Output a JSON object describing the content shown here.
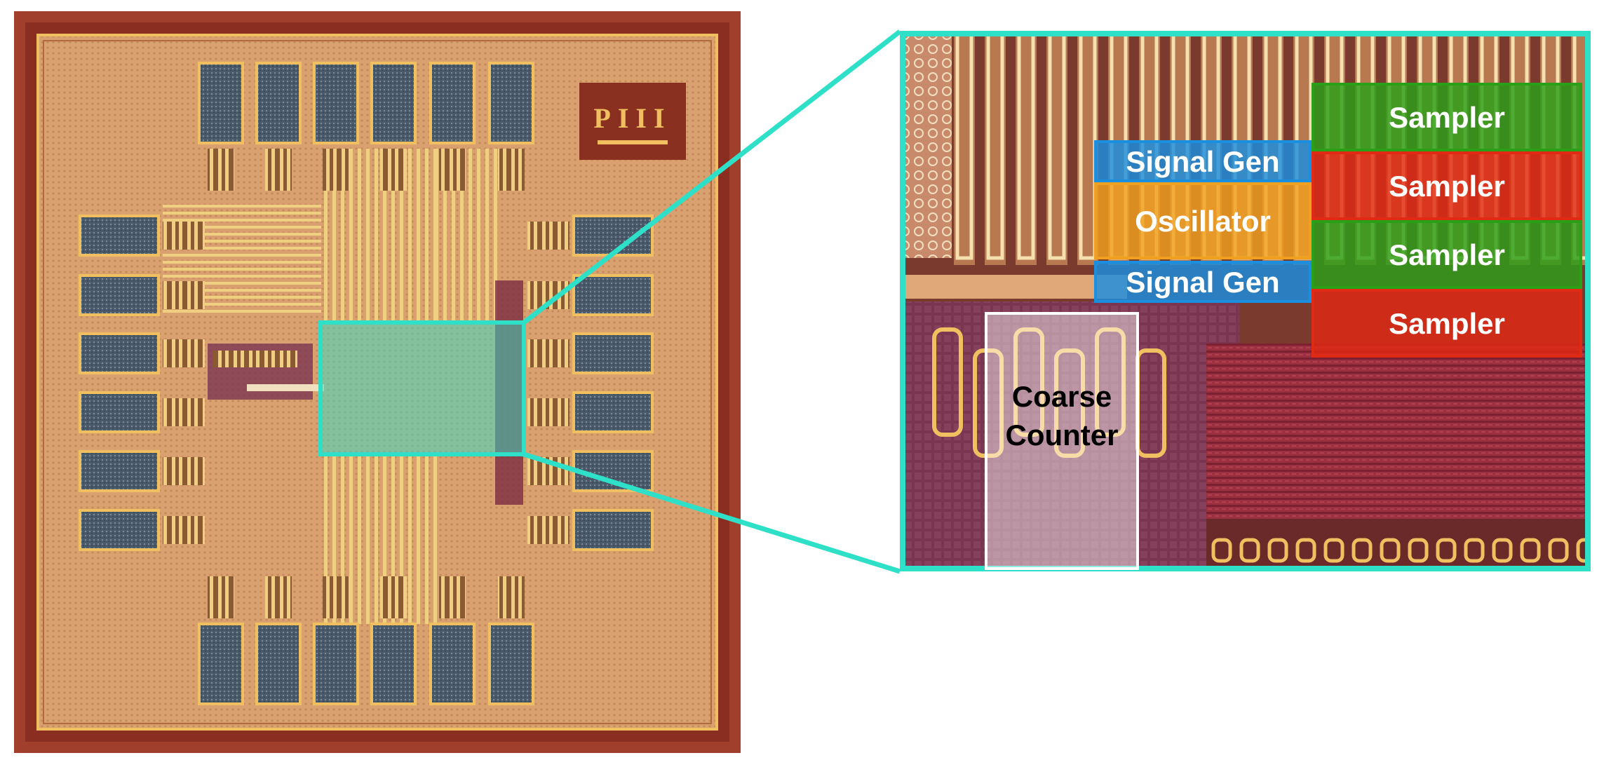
{
  "chip": {
    "marking": "PIII"
  },
  "zoom": {
    "blocks": [
      {
        "id": "sampler-1",
        "label": "Sampler",
        "color": "#2aa019"
      },
      {
        "id": "sampler-2",
        "label": "Sampler",
        "color": "#e02a14"
      },
      {
        "id": "sampler-3",
        "label": "Sampler",
        "color": "#2aa019"
      },
      {
        "id": "sampler-4",
        "label": "Sampler",
        "color": "#e02a14"
      },
      {
        "id": "signal-gen-top",
        "label": "Signal Gen",
        "color": "#1a8fe0"
      },
      {
        "id": "oscillator",
        "label": "Oscillator",
        "color": "#f0a020"
      },
      {
        "id": "signal-gen-bottom",
        "label": "Signal Gen",
        "color": "#1a8fe0"
      }
    ],
    "counter": {
      "line1": "Coarse",
      "line2": "Counter"
    }
  },
  "colors": {
    "highlight": "#2fe0c8",
    "die_border": "#a0402c",
    "die_fill": "#d9a070",
    "pad": "#4a5a6a",
    "metal": "#f0c060"
  }
}
